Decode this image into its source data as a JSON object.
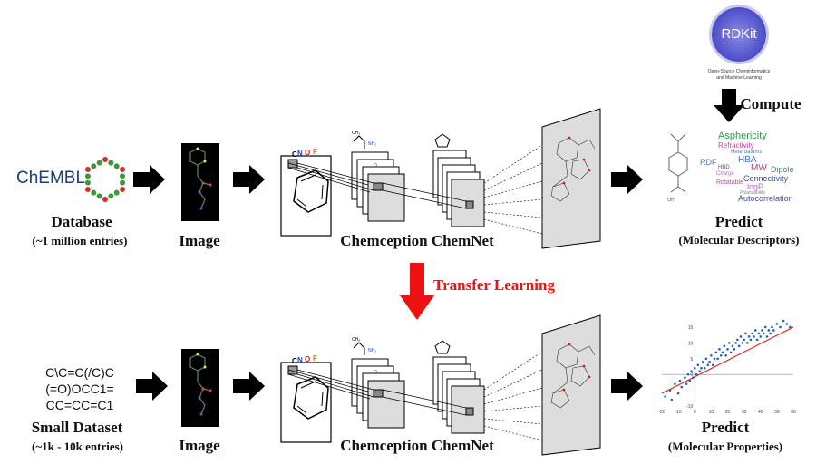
{
  "top_row": {
    "database": {
      "logo_text": "ChEMBL",
      "title": "Database",
      "subtitle": "(~1 million entries)"
    },
    "image": {
      "title": "Image"
    },
    "network": {
      "title": "Chemception ChemNet",
      "channel_labels": [
        "C",
        "N",
        "O",
        "F"
      ]
    },
    "predict": {
      "title": "Predict",
      "subtitle": "(Molecular Descriptors)",
      "word_cloud": [
        {
          "text": "Asphericity",
          "color": "#2a9d4a"
        },
        {
          "text": "Refractivity",
          "color": "#c04a9a"
        },
        {
          "text": "Heteroatoms",
          "color": "#4a7ab5"
        },
        {
          "text": "HBA",
          "color": "#3a6fc4"
        },
        {
          "text": "RDF",
          "color": "#4a7ab5"
        },
        {
          "text": "MW",
          "color": "#d0306a"
        },
        {
          "text": "Dipole",
          "color": "#2a9d4a"
        },
        {
          "text": "HBD",
          "color": "#555555"
        },
        {
          "text": "Charge",
          "color": "#b56ad0"
        },
        {
          "text": "Connectivity",
          "color": "#3a4fb0"
        },
        {
          "text": "Rotatable",
          "color": "#c04a9a"
        },
        {
          "text": "logP",
          "color": "#b56ad0"
        },
        {
          "text": "Polarizability",
          "color": "#888888"
        },
        {
          "text": "Autocorrelation",
          "color": "#3a4fb0"
        }
      ]
    }
  },
  "rdkit": {
    "logo_text": "RDKit",
    "tagline_1": "Open-Source Cheminformatics",
    "tagline_2": "and Machine Learning",
    "compute_label": "Compute"
  },
  "transfer": {
    "label": "Transfer Learning",
    "color": "#ee1111"
  },
  "bottom_row": {
    "dataset": {
      "smiles_lines": [
        "C\\C=C(/C)C",
        "(=O)OCC1=",
        "CC=CC=C1"
      ],
      "title": "Small Dataset",
      "subtitle": "(~1k - 10k entries)"
    },
    "image": {
      "title": "Image"
    },
    "network": {
      "title": "Chemception ChemNet",
      "channel_labels": [
        "C",
        "N",
        "O",
        "F"
      ]
    },
    "predict": {
      "title": "Predict",
      "subtitle": "(Molecular Properties)"
    }
  },
  "chart_data": {
    "type": "scatter",
    "title": "",
    "xlabel": "",
    "ylabel": "",
    "x_ticks": [
      "-20",
      "-10",
      "0",
      "10",
      "20",
      "30",
      "40",
      "50",
      "60"
    ],
    "y_ticks": [
      "-10",
      "0",
      "5",
      "10",
      "15"
    ],
    "xlim": [
      -20,
      60
    ],
    "ylim": [
      -10,
      17
    ],
    "points": [
      [
        -18,
        -7
      ],
      [
        -15,
        -5
      ],
      [
        -14,
        -8
      ],
      [
        -12,
        -3
      ],
      [
        -10,
        -6
      ],
      [
        -9,
        -2
      ],
      [
        -8,
        -4
      ],
      [
        -6,
        -1
      ],
      [
        -5,
        -3
      ],
      [
        -4,
        0
      ],
      [
        -3,
        -2
      ],
      [
        -2,
        1
      ],
      [
        -1,
        -1
      ],
      [
        0,
        2
      ],
      [
        1,
        0
      ],
      [
        2,
        3
      ],
      [
        3,
        1
      ],
      [
        4,
        2
      ],
      [
        5,
        4
      ],
      [
        6,
        2
      ],
      [
        7,
        5
      ],
      [
        8,
        3
      ],
      [
        9,
        4
      ],
      [
        10,
        6
      ],
      [
        11,
        3
      ],
      [
        12,
        5
      ],
      [
        13,
        7
      ],
      [
        14,
        5
      ],
      [
        15,
        8
      ],
      [
        16,
        6
      ],
      [
        17,
        7
      ],
      [
        18,
        9
      ],
      [
        19,
        6
      ],
      [
        20,
        8
      ],
      [
        21,
        10
      ],
      [
        22,
        7
      ],
      [
        23,
        9
      ],
      [
        24,
        8
      ],
      [
        25,
        10
      ],
      [
        26,
        11
      ],
      [
        27,
        9
      ],
      [
        28,
        12
      ],
      [
        29,
        10
      ],
      [
        30,
        11
      ],
      [
        31,
        13
      ],
      [
        32,
        10
      ],
      [
        33,
        12
      ],
      [
        34,
        11
      ],
      [
        35,
        13
      ],
      [
        36,
        12
      ],
      [
        37,
        14
      ],
      [
        38,
        11
      ],
      [
        39,
        13
      ],
      [
        40,
        12
      ],
      [
        41,
        14
      ],
      [
        42,
        13
      ],
      [
        43,
        15
      ],
      [
        44,
        12
      ],
      [
        45,
        14
      ],
      [
        46,
        13
      ],
      [
        47,
        15
      ],
      [
        48,
        14
      ],
      [
        50,
        16
      ],
      [
        52,
        15
      ],
      [
        54,
        17
      ],
      [
        56,
        16
      ],
      [
        58,
        15
      ]
    ],
    "fit_line": {
      "from": [
        -20,
        -6
      ],
      "to": [
        60,
        15
      ],
      "color": "#e03030"
    },
    "point_color": "#2060c0",
    "grid": false
  }
}
